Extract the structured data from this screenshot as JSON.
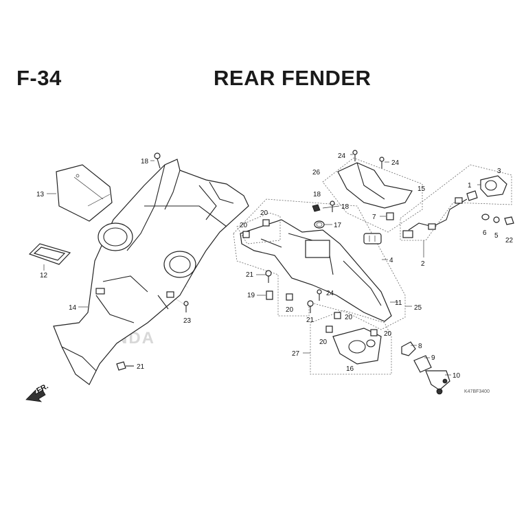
{
  "header": {
    "code": "F-34",
    "title": "REAR FENDER"
  },
  "footer": {
    "ref_code": "K47BF3400",
    "front_label": "FR."
  },
  "watermark": {
    "text": "HONDA"
  },
  "callouts": {
    "c13": "13",
    "c12": "12",
    "c14": "14",
    "c18a": "18",
    "c21a": "21",
    "c23": "23",
    "c24a": "24",
    "c24b": "24",
    "c26": "26",
    "c15": "15",
    "c18b": "18",
    "c18c": "18",
    "c20a": "20",
    "c20b": "20",
    "c17": "17",
    "c7": "7",
    "c4": "4",
    "c21b": "21",
    "c19": "19",
    "c24c": "24",
    "c11": "11",
    "c25": "25",
    "c20c": "20",
    "c21c": "21",
    "c20d": "20",
    "c20e": "20",
    "c20f": "20",
    "c27": "27",
    "c16": "16",
    "c3": "3",
    "c1": "1",
    "c6": "6",
    "c5": "5",
    "c22": "22",
    "c2": "2",
    "c8": "8",
    "c9": "9",
    "c10": "10"
  }
}
